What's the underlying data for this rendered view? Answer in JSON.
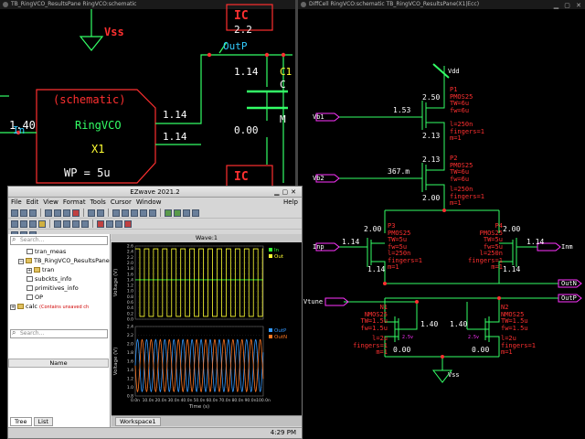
{
  "left_window": {
    "title": "TB_RingVCO_ResultsPane RingVCO:schematic",
    "labels": {
      "ic_top": "IC",
      "vss": "Vss",
      "v_2_2": "2.2",
      "outp": "OutP",
      "v_1_14_cap": "1.14",
      "c1": "C1",
      "c_label": "C",
      "schematic": "(schematic)",
      "ringvco": "RingVCO",
      "x1": "X1",
      "wp": "WP = 5u",
      "v_1_14_a": "1.14",
      "v_1_14_b": "1.14",
      "v_1_40": "1.40",
      "in": "In",
      "m_label": "M",
      "v_0_00": "0.00",
      "ic_bottom": "IC"
    }
  },
  "right_window": {
    "title": "DiffCell RingVCO:schematic TB_RingVCO_ResultsPane(X1|Ecc)",
    "labels": {
      "vdd": "Vdd",
      "vb1": "Vb1",
      "vb2": "Vb2",
      "inp": "Inp",
      "inm": "Inm",
      "outn": "OutN",
      "outp": "OutP",
      "vtune": "Vtune",
      "vss": "Vss",
      "p1_v_top": "2.50",
      "p1_v_left": "1.53",
      "p1_v_bot": "2.13",
      "p1_name": "P1",
      "p1_params": [
        "PMOS25",
        "TW=6u",
        "fw=6u",
        "l=250n",
        "fingers=1",
        "m=1"
      ],
      "p2_v_top": "2.13",
      "p2_v_left": "367.m",
      "p2_v_bot": "2.00",
      "p2_name": "P2",
      "p2_params": [
        "PMOS25",
        "TW=6u",
        "fw=6u",
        "l=250n",
        "fingers=1",
        "m=1"
      ],
      "p3_v_top": "2.00",
      "p3_v_left": "1.14",
      "p3_v_bot": "1.14",
      "p3_name": "P3",
      "p3_params": [
        "PMOS25",
        "TW=5u",
        "fw=5u",
        "l=250n",
        "fingers=1",
        "m=1"
      ],
      "p4_v_top": "2.00",
      "p4_v_right": "1.14",
      "p4_v_bot": "1.14",
      "p4_name": "P4",
      "p4_params": [
        "PMOS25",
        "TW=5u",
        "fw=5u",
        "l=250n",
        "fingers=1",
        "m=1"
      ],
      "n1_name": "N1",
      "n1_params": [
        "NMOS25",
        "TW=1.5u",
        "fw=1.5u",
        "l=2u",
        "fingers=1",
        "m=1"
      ],
      "n1_v": "1.40",
      "n1_v_bot": "0.00",
      "n2_name": "N2",
      "n2_params": [
        "NMOS25",
        "TW=1.5u",
        "fw=1.5u",
        "l=2u",
        "fingers=1",
        "m=1"
      ],
      "n2_v": "1.40",
      "n2_v_bot": "0.00",
      "sub": "2.5v"
    }
  },
  "ezwave": {
    "title": "EZwave 2021.2",
    "menu": [
      "File",
      "Edit",
      "View",
      "Format",
      "Tools",
      "Cursor",
      "Window",
      "Help"
    ],
    "search_placeholder": "Search...",
    "search_placeholder_2": "Search...",
    "tree": [
      {
        "label": "tran_meas",
        "indent": 2,
        "kind": "doc"
      },
      {
        "label": "TB_RingVCO_ResultsPane",
        "indent": 1,
        "kind": "folder",
        "expander": "−"
      },
      {
        "label": "tran",
        "indent": 2,
        "kind": "folder",
        "expander": "+"
      },
      {
        "label": "subckts_info",
        "indent": 2,
        "kind": "doc"
      },
      {
        "label": "primitives_info",
        "indent": 2,
        "kind": "doc"
      },
      {
        "label": "OP",
        "indent": 2,
        "kind": "doc"
      }
    ],
    "calc_label": "calc",
    "calc_warning": "(Contains unsaved ch",
    "name_header": "Name",
    "tab_tree": "Tree",
    "tab_list": "List",
    "wave_title": "Wave:1",
    "workspace_tab": "Workspace1",
    "clock": "4:29 PM",
    "colors": {
      "in": "#33ff33",
      "out": "#ffff33",
      "outp": "#3399ff",
      "outn": "#ff7722"
    }
  },
  "chart_data": [
    {
      "type": "line",
      "ylabel": "Voltage (V)",
      "ylim": [
        0.0,
        2.6
      ],
      "yticks": [
        "2.6",
        "2.4",
        "2.2",
        "2.0",
        "1.8",
        "1.6",
        "1.4",
        "1.2",
        "1.0",
        "0.8",
        "0.6",
        "0.4",
        "0.2",
        "0.0"
      ],
      "xlim": [
        0,
        100
      ],
      "legend": [
        "In",
        "Out"
      ],
      "series": [
        {
          "name": "In",
          "kind": "constant",
          "value": 1.4
        },
        {
          "name": "Out",
          "kind": "square",
          "low": 0.1,
          "high": 2.5,
          "period_ns": 7.1
        }
      ]
    },
    {
      "type": "line",
      "ylabel": "Voltage (V)",
      "xlabel": "Time (s)",
      "ylim": [
        0.8,
        2.4
      ],
      "yticks": [
        "2.4",
        "2.2",
        "2.0",
        "1.8",
        "1.6",
        "1.4",
        "1.2",
        "1.0",
        "0.8"
      ],
      "xlim": [
        0,
        100
      ],
      "xticks": [
        "0.0n",
        "10.0n",
        "20.0n",
        "30.0n",
        "40.0n",
        "50.0n",
        "60.0n",
        "70.0n",
        "80.0n",
        "90.0n",
        "100.0n"
      ],
      "legend": [
        "OutP",
        "OutN"
      ],
      "series": [
        {
          "name": "OutP",
          "kind": "sine",
          "center": 1.5,
          "amp": 0.6,
          "period_ns": 7.1,
          "phase": 0
        },
        {
          "name": "OutN",
          "kind": "sine",
          "center": 1.5,
          "amp": 0.6,
          "period_ns": 7.1,
          "phase": 3.14159
        }
      ]
    }
  ]
}
